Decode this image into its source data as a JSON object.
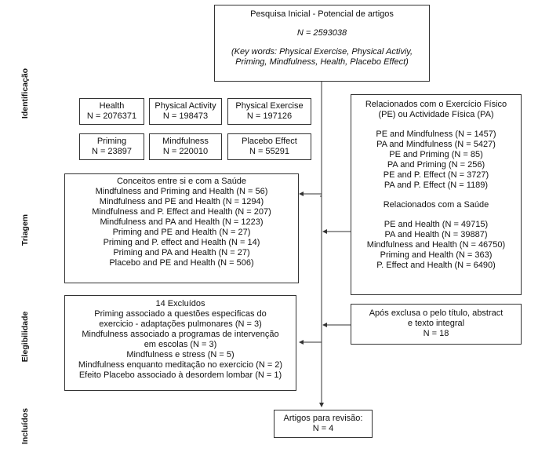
{
  "stages": {
    "identificacao": "Identificação",
    "triagem": "Triagem",
    "elegibilidade": "Elegibilidade",
    "incluidos": "Incluídos"
  },
  "initial_search": {
    "title": "Pesquisa Inicial - Potencial de artigos",
    "n": "N = 2593038",
    "keywords_1": "(Key words: Physical Exercise, Physical Activiy,",
    "keywords_2": "Priming, Mindfulness, Health, Placebo Effect)"
  },
  "terms": [
    {
      "name": "Health",
      "n": "N = 2076371"
    },
    {
      "name": "Physical Activity",
      "n": "N = 198473"
    },
    {
      "name": "Physical Exercise",
      "n": "N = 197126"
    },
    {
      "name": "Priming",
      "n": "N = 23897"
    },
    {
      "name": "Mindfulness",
      "n": "N = 220010"
    },
    {
      "name": "Placebo Effect",
      "n": "N = 55291"
    }
  ],
  "related": {
    "title_1": "Relacionados com o Exercício Físico",
    "title_2": "(PE) ou Actividade Física (PA)",
    "pe_pa_items": [
      "PE and Mindfulness (N = 1457)",
      "PA and Mindfulness (N = 5427)",
      "PE and Priming (N = 85)",
      "PA and Priming (N = 256)",
      "PE and P. Effect (N = 3727)",
      "PA and P. Effect (N = 1189)"
    ],
    "health_title": "Relacionados com a Saúde",
    "health_items": [
      "PE and Health (N = 49715)",
      "PA and Health (N = 39887)",
      "Mindfulness and Health (N = 46750)",
      "Priming and Health (N = 363)",
      "P. Effect and Health (N = 6490)"
    ]
  },
  "concepts": {
    "title": "Conceitos entre si e com a Saúde",
    "items": [
      "Mindfulness and Priming and Health (N = 56)",
      "Mindfulness  and PE and Health (N = 1294)",
      "Mindfulness  and P. Effect and Health (N = 207)",
      "Mindfulness and PA and Health (N = 1223)",
      "Priming and PE and Health (N = 27)",
      "Priming and P. effect and Health (N = 14)",
      "Priming and PA and Health (N = 27)",
      "Placebo and PE and Health (N = 506)"
    ]
  },
  "excluded": {
    "title": "14 Excluídos",
    "lines": [
      "Priming associado a questões especificas do",
      "exercicio - adaptações pulmonares (N = 3)",
      "Mindfulness associado a programas de intervenção",
      "em escolas (N = 3)",
      "Mindfulness e stress (N = 5)",
      "Mindfulness enquanto meditação no exercicio (N = 2)",
      "Efeito Placebo associado à desordem lombar (N = 1)"
    ]
  },
  "after_exclusion": {
    "lines": [
      "Após exclusa o pelo título, abstract",
      "e texto integral",
      "N = 18"
    ]
  },
  "included": {
    "title": "Artigos para revisão:",
    "n": "N = 4"
  }
}
